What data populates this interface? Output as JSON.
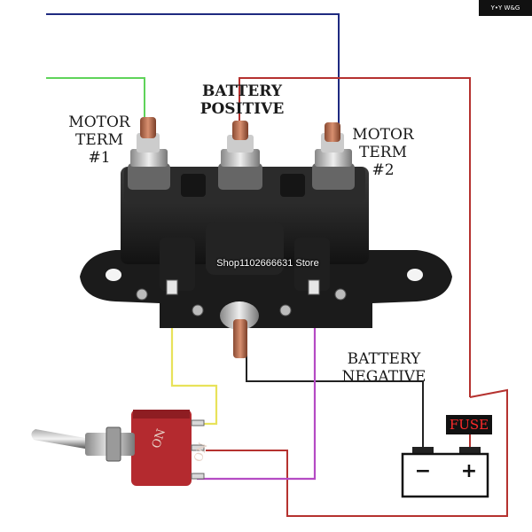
{
  "corner_logo": "Y•Y W&G",
  "labels": {
    "motor_term_1": [
      "MOTOR",
      "TERM",
      "#1"
    ],
    "battery_positive": [
      "BATTERY",
      "POSITIVE"
    ],
    "motor_term_2": [
      "MOTOR",
      "TERM",
      "#2"
    ],
    "battery_negative": [
      "BATTERY",
      "NEGATIVE"
    ],
    "fuse": "FUSE"
  },
  "watermark": "Shop1102666631 Store",
  "switch_text": "ON ON",
  "battery": {
    "minus": "−",
    "plus": "+"
  },
  "colors": {
    "wire_blue": "#1f2a80",
    "wire_green": "#5fd35a",
    "wire_red": "#b5322f",
    "wire_black": "#222222",
    "wire_yellow": "#e8e25a",
    "wire_purple": "#b54bc4",
    "solenoid_body": "#1d1d1d",
    "terminal_copper": "#b06848",
    "switch_body": "#b42a2f"
  }
}
